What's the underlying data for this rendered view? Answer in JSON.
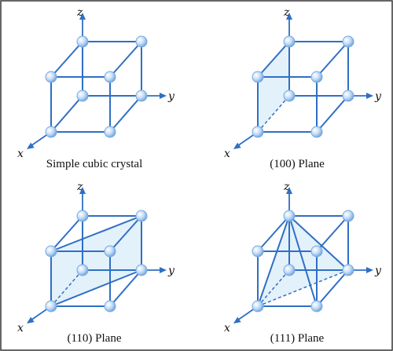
{
  "axes": {
    "z": "z",
    "y": "y",
    "x": "x"
  },
  "panels": [
    {
      "id": "simple-cubic",
      "caption": "Simple cubic crystal",
      "plane": "none"
    },
    {
      "id": "plane-100",
      "caption": "(100) Plane",
      "plane": "100"
    },
    {
      "id": "plane-110",
      "caption": "(110) Plane",
      "plane": "110"
    },
    {
      "id": "plane-111",
      "caption": "(111) Plane",
      "plane": "111"
    }
  ],
  "colors": {
    "lines": "#2f6fc4",
    "plane_fill": "#d9ecfa",
    "atom": "#a9cdf2"
  }
}
